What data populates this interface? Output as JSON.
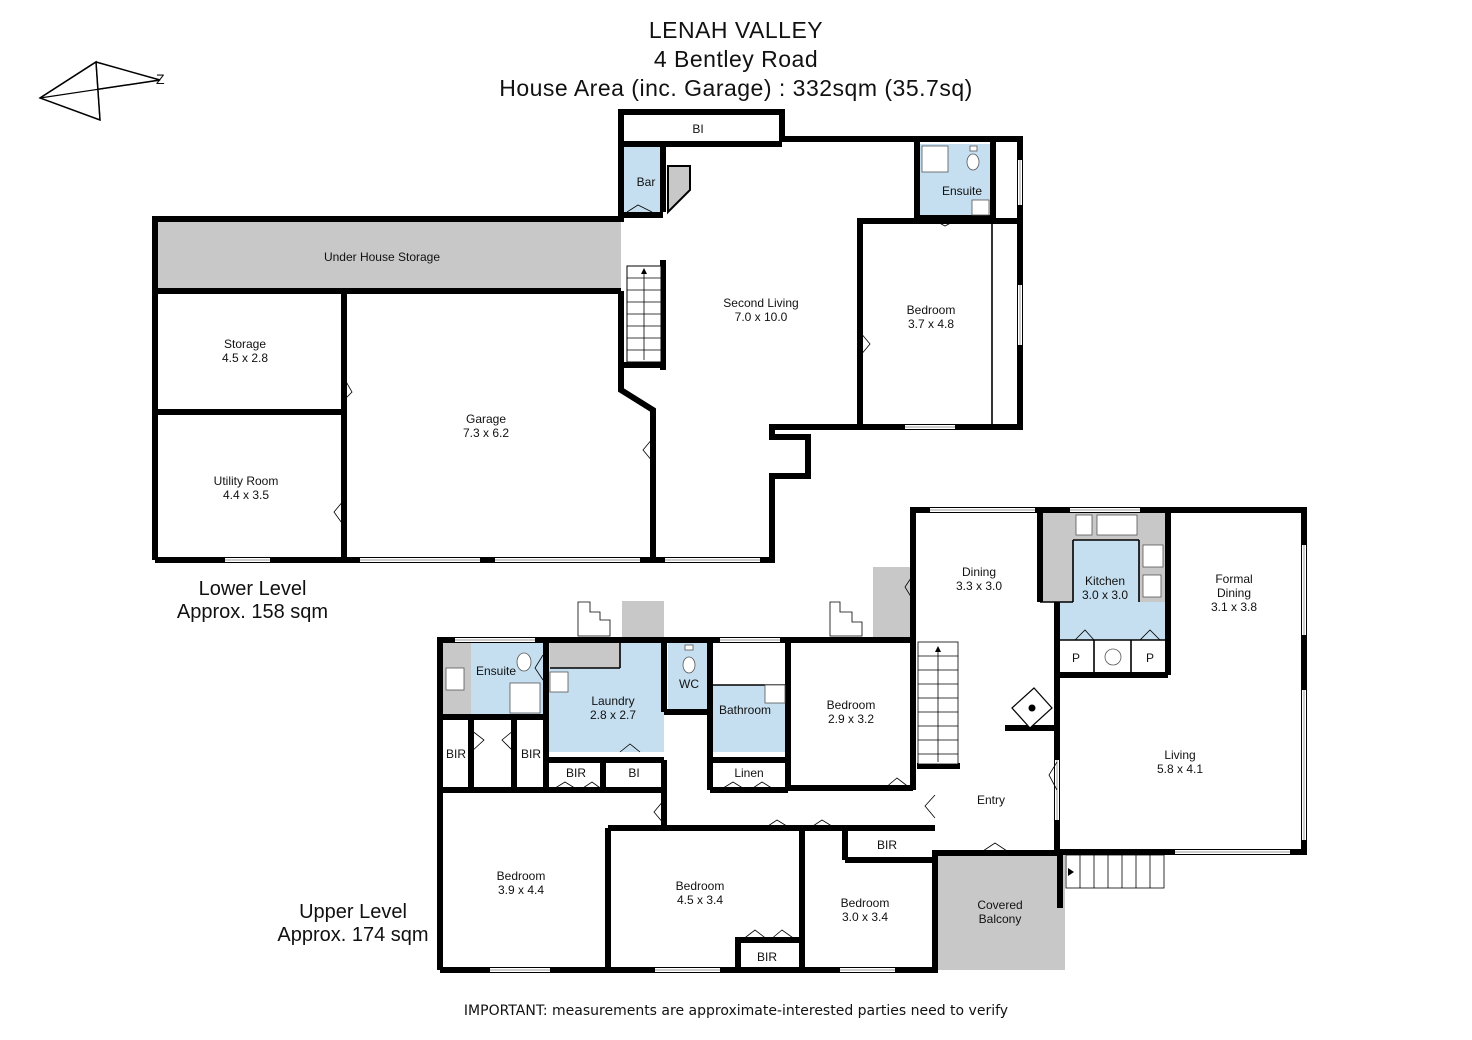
{
  "header": {
    "line1": "LENAH VALLEY",
    "line2": "4 Bentley Road",
    "line3": "House Area (inc. Garage) : 332sqm (35.7sq)"
  },
  "compass": {
    "label": "Z"
  },
  "lower_level": {
    "name": "Lower Level",
    "area": "Approx. 158 sqm",
    "rooms": {
      "bi": "BI",
      "bar": "Bar",
      "ensuite": "Ensuite",
      "under_house": "Under House Storage",
      "second_living": {
        "name": "Second Living",
        "size": "7.0 x 10.0"
      },
      "bedroom": {
        "name": "Bedroom",
        "size": "3.7 x 4.8"
      },
      "storage": {
        "name": "Storage",
        "size": "4.5 x 2.8"
      },
      "garage": {
        "name": "Garage",
        "size": "7.3 x 6.2"
      },
      "utility": {
        "name": "Utility Room",
        "size": "4.4 x 3.5"
      }
    }
  },
  "upper_level": {
    "name": "Upper Level",
    "area": "Approx. 174 sqm",
    "rooms": {
      "ensuite": "Ensuite",
      "laundry": {
        "name": "Laundry",
        "size": "2.8 x 2.7"
      },
      "wc": "WC",
      "bathroom": "Bathroom",
      "bedroom_a": {
        "name": "Bedroom",
        "size": "2.9 x 3.2"
      },
      "dining": {
        "name": "Dining",
        "size": "3.3 x 3.0"
      },
      "kitchen": {
        "name": "Kitchen",
        "size": "3.0 x 3.0"
      },
      "formal_dining": {
        "name1": "Formal",
        "name2": "Dining",
        "size": "3.1 x 3.8"
      },
      "p_left": "P",
      "p_right": "P",
      "bir_1": "BIR",
      "bir_2": "BIR",
      "bir_3": "BIR",
      "bi": "BI",
      "linen": "Linen",
      "entry": "Entry",
      "living": {
        "name": "Living",
        "size": "5.8 x 4.1"
      },
      "bedroom_b": {
        "name": "Bedroom",
        "size": "3.9 x 4.4"
      },
      "bedroom_c": {
        "name": "Bedroom",
        "size": "4.5 x 3.4"
      },
      "bir_4": "BIR",
      "bedroom_d": {
        "name": "Bedroom",
        "size": "3.0 x 3.4"
      },
      "bir_5": "BIR",
      "balcony": {
        "name1": "Covered",
        "name2": "Balcony"
      }
    }
  },
  "footer": {
    "prefix": "IMPORTANT",
    "text": ": measurements are approximate-interested parties need to verify"
  },
  "colors": {
    "wet_area": "#c5dff0",
    "storage_fill": "#c8c8c8",
    "wall": "#000000"
  }
}
